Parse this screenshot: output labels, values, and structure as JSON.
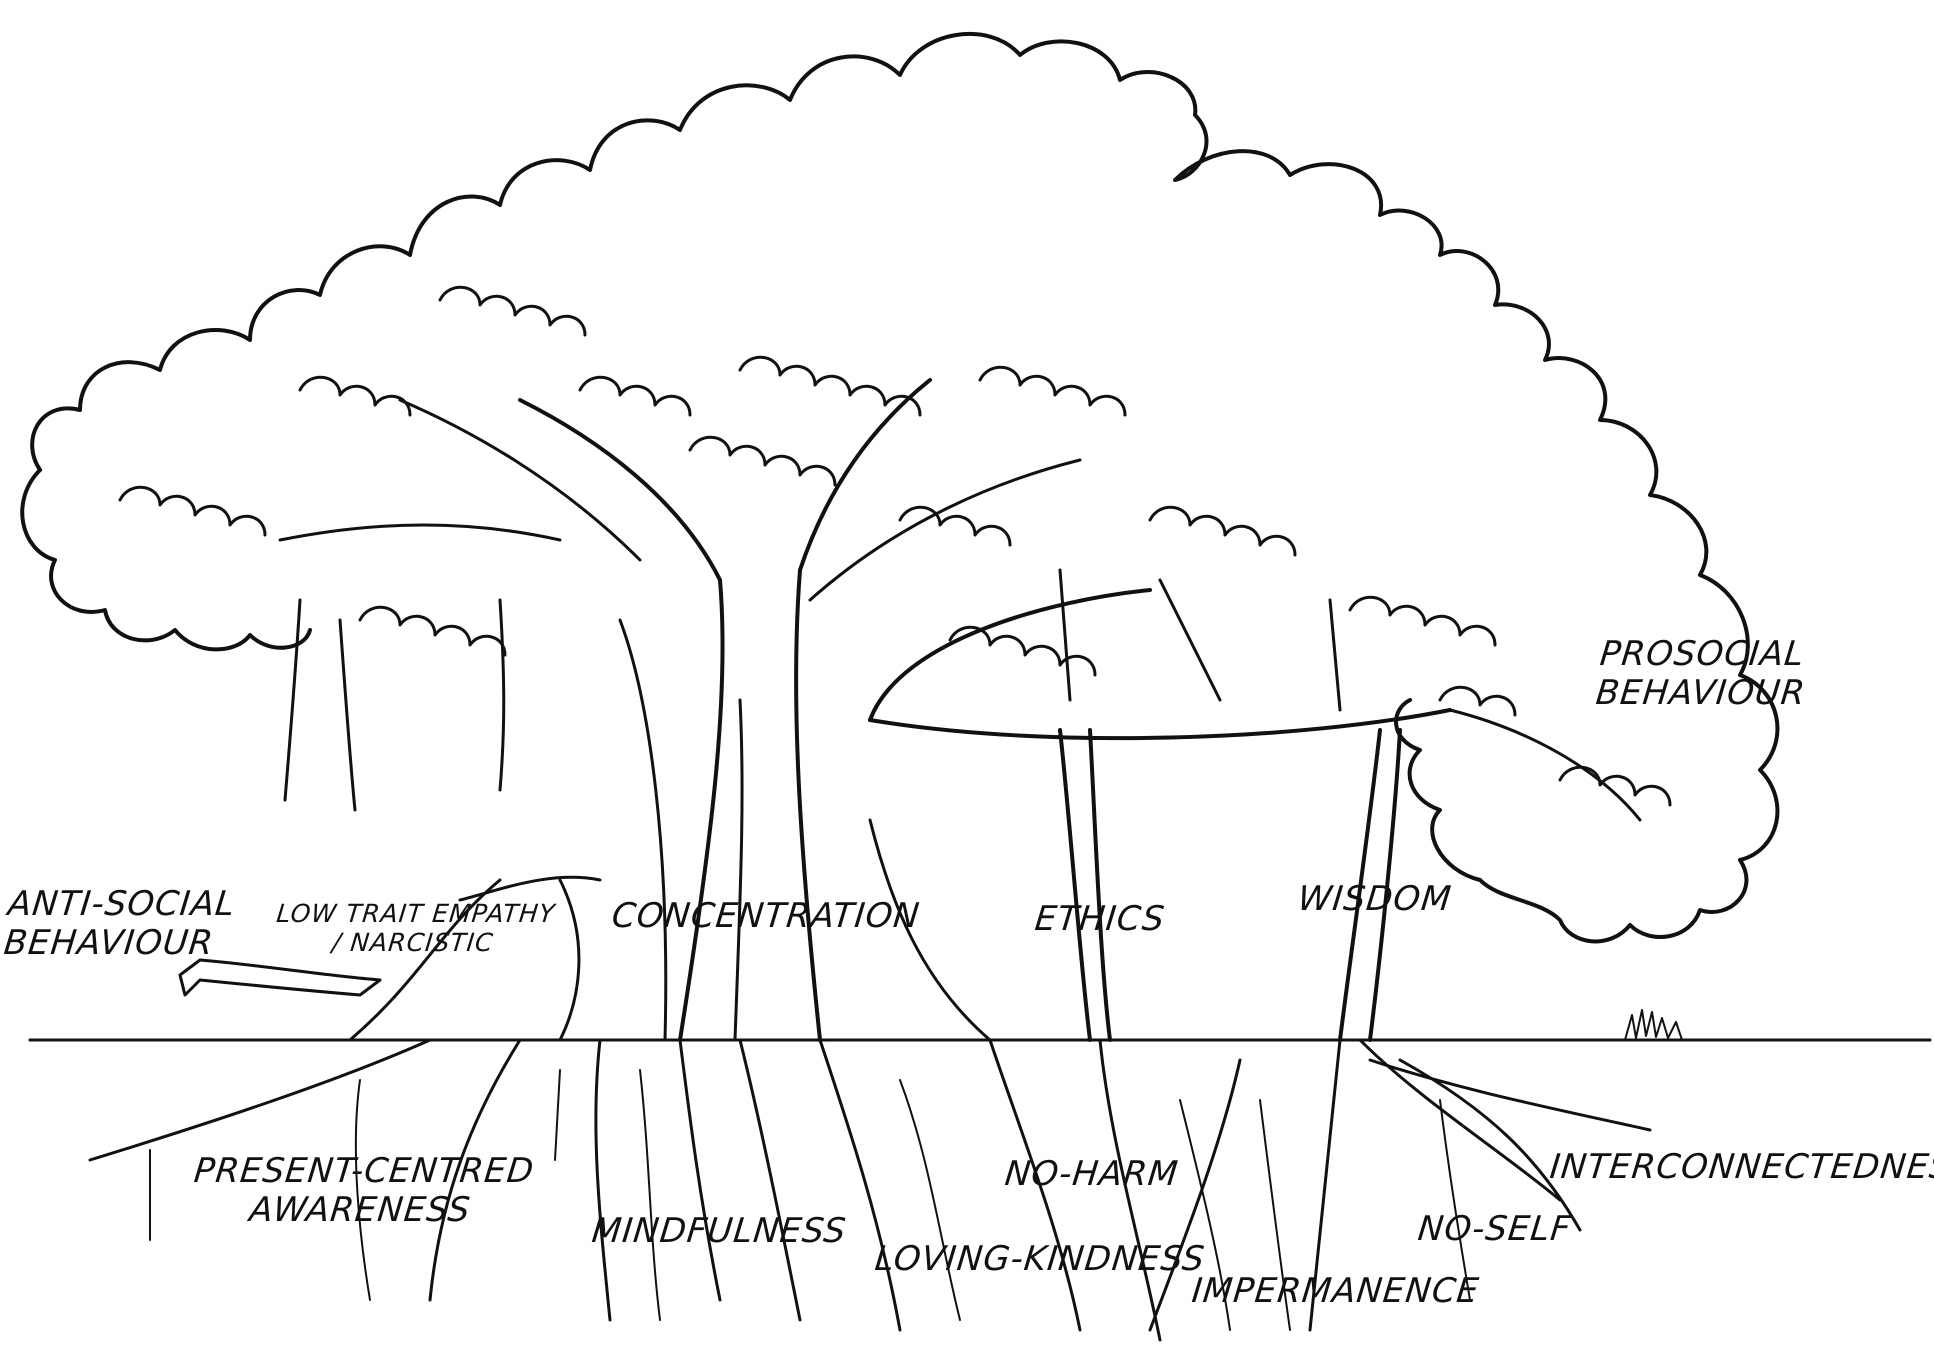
{
  "labels": {
    "anti_social_line1": "ANTI-SOCIAL",
    "anti_social_line2": "BEHAVIOUR",
    "low_trait_line1": "LOW TRAIT EMPATHY",
    "low_trait_line2": "/ NARCISTIC",
    "concentration": "CONCENTRATION",
    "ethics": "ETHICS",
    "wisdom": "WISDOM",
    "prosocial_line1": "PROSOCIAL",
    "prosocial_line2": "BEHAVIOUR",
    "present_line1": "PRESENT-CENTRED",
    "present_line2": "AWARENESS",
    "mindfulness": "MINDFULNESS",
    "no_harm": "NO-HARM",
    "loving_kindness": "LOVING-KINDNESS",
    "impermanence": "IMPERMANENCE",
    "no_self": "NO-SELF",
    "interconnectedness": "INTERCONNECTEDNESS"
  },
  "colors": {
    "ink": "#111111",
    "background": "#ffffff"
  }
}
